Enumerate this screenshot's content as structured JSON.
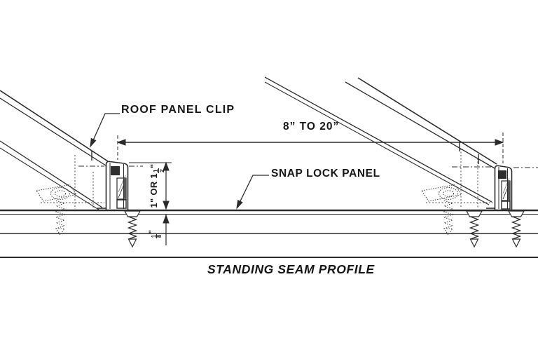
{
  "diagram": {
    "background": "#ffffff",
    "line_color": "#2b2b2b",
    "hidden_line_color": "#4a4a4a",
    "text_color": "#161616",
    "title": "STANDING SEAM PROFILE",
    "callouts": {
      "roof_panel_clip": "ROOF PANEL CLIP",
      "snap_lock_panel": "SNAP LOCK PANEL"
    },
    "dimensions": {
      "clip_spacing": "8” TO 20”",
      "seam_height": {
        "prefix": "1\" OR 1",
        "fraction_numerator": "1",
        "fraction_denominator": "2",
        "suffix": "\""
      },
      "panel_offset": {
        "fraction_numerator": "1",
        "fraction_denominator": "8",
        "suffix": "\""
      }
    }
  }
}
